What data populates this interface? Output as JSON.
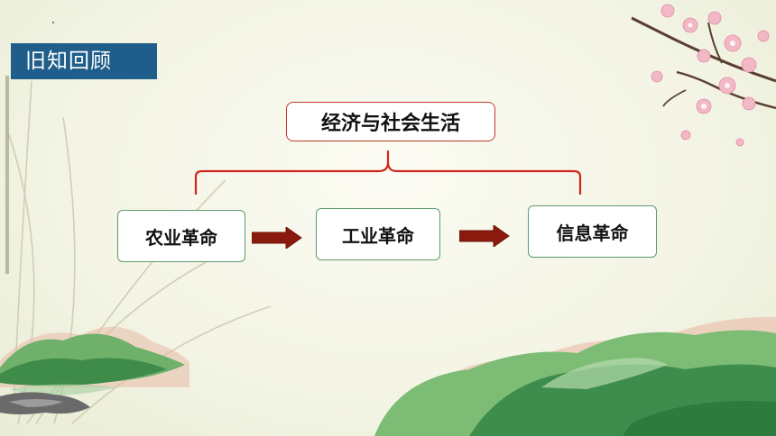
{
  "slide": {
    "section_title": "旧知回顾"
  },
  "diagram": {
    "root": "经济与社会生活",
    "nodes": [
      "农业革命",
      "工业革命",
      "信息革命"
    ]
  },
  "colors": {
    "title_bar": "#1f5e8a",
    "root_border": "#c0392b",
    "node_border": "#5d9a6e",
    "arrow_fill": "#8b1a0e"
  },
  "decorations": [
    "plum-blossom-branch",
    "green-hills",
    "reed-leaves"
  ]
}
